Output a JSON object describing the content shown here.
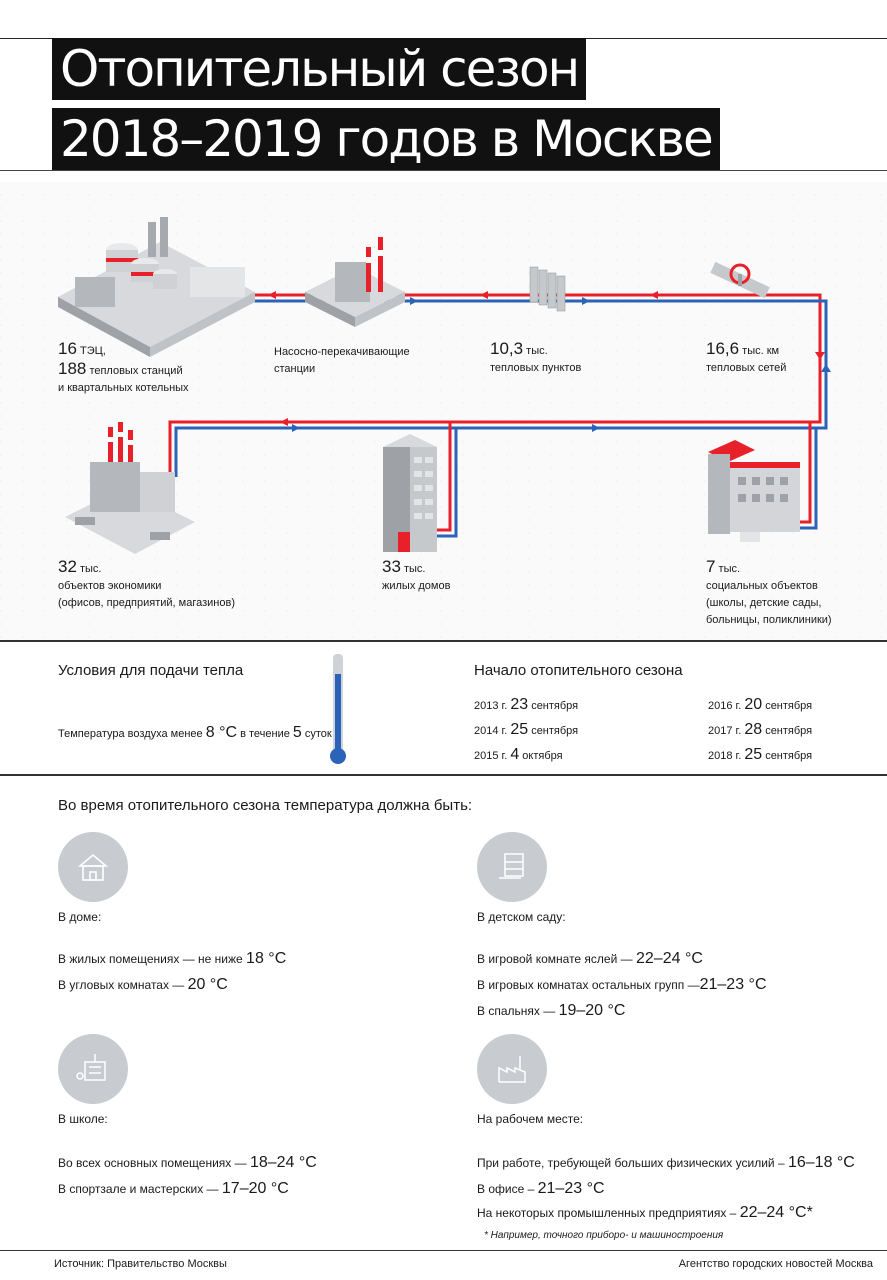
{
  "title": {
    "line1": "Отопительный сезон",
    "line2": "2018–2019 годов в Москве"
  },
  "flow": {
    "tec": {
      "n1": "16",
      "t1": "ТЭЦ,",
      "n2": "188",
      "t2": "тепловых станций",
      "t3": "и квартальных котельных"
    },
    "pump": {
      "t1": "Насосно-перекачивающие",
      "t2": "станции"
    },
    "points": {
      "n": "10,3",
      "u": "тыс.",
      "t": "тепловых пунктов"
    },
    "nets": {
      "n": "16,6",
      "u": "тыс. км",
      "t": "тепловых сетей"
    },
    "econ": {
      "n": "32",
      "u": "тыс.",
      "t1": "объектов экономики",
      "t2": "(офисов, предприятий, магазинов)"
    },
    "homes": {
      "n": "33",
      "u": "тыс.",
      "t": "жилых домов"
    },
    "social": {
      "n": "7",
      "u": "тыс.",
      "t1": "социальных объектов",
      "t2": "(школы, детские сады,",
      "t3": "больницы, поликлиники)"
    }
  },
  "conditions": {
    "title": "Условия для подачи тепла",
    "text_a": "Температура воздуха менее",
    "temp": "8 °С",
    "text_b": "в течение",
    "days": "5",
    "text_c": "суток",
    "thermometer_level": 0.8
  },
  "season_start": {
    "title": "Начало отопительного сезона",
    "rows": [
      {
        "year": "2013 г.",
        "day": "23",
        "month": "сентября"
      },
      {
        "year": "2014 г.",
        "day": "25",
        "month": "сентября"
      },
      {
        "year": "2015 г.",
        "day": "4",
        "month": "октября"
      },
      {
        "year": "2016 г.",
        "day": "20",
        "month": "сентября"
      },
      {
        "year": "2017 г.",
        "day": "28",
        "month": "сентября"
      },
      {
        "year": "2018 г.",
        "day": "25",
        "month": "сентября"
      }
    ]
  },
  "temps": {
    "title": "Во время отопительного сезона температура должна быть:",
    "home": {
      "heading": "В доме:",
      "r1a": "В жилых помещениях — не ниже",
      "r1v": "18 °С",
      "r2a": "В угловых комнатах —",
      "r2v": "20 °С",
      "icon": "house-icon"
    },
    "kindergarten": {
      "heading": "В детском саду:",
      "r1a": "В игровой комнате яслей —",
      "r1v": "22–24 °С",
      "r2a": "В игровых комнатах остальных групп —",
      "r2v": "21–23 °С",
      "r3a": "В спальнях —",
      "r3v": "19–20 °С",
      "icon": "kindergarten-icon"
    },
    "school": {
      "heading": "В школе:",
      "r1a": "Во всех основных помещениях —",
      "r1v": "18–24 °С",
      "r2a": "В спортзале и мастерских —",
      "r2v": "17–20 °С",
      "icon": "school-icon"
    },
    "work": {
      "heading": "На рабочем месте:",
      "r1a": "При работе, требующей больших физических усилий –",
      "r1v": "16–18 °С",
      "r2a": "В офисе –",
      "r2v": "21–23 °С",
      "r3a": "На некоторых промышленных предприятиях –",
      "r3v": "22–24 °С*",
      "note": "* Например, точного приборо- и машиностроения",
      "icon": "factory-icon"
    }
  },
  "footer": {
    "source": "Источник: Правительство Москвы",
    "agency": "Агентство городских новостей Москва"
  },
  "colors": {
    "hot": "#e8202a",
    "cold": "#2a63b8",
    "dark": "#111111",
    "icon_bg": "#c8ccd0"
  }
}
